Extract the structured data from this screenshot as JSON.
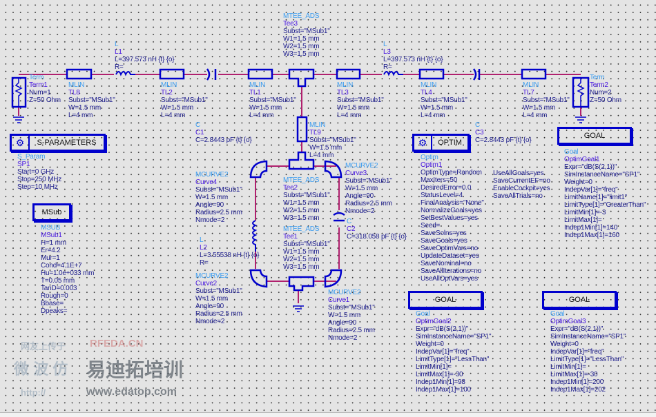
{
  "colors": {
    "wire": "#b0206e",
    "component": "#0000cc",
    "label_type": "#3a9cf0",
    "label_name": "#4a1ae0",
    "label_param": "#1c1c8c"
  },
  "controllers": {
    "sparam_box": "S-PARAMETERS",
    "optim_box": "OPTIM",
    "msub_box": "MSub",
    "goal1_box": "GOAL",
    "goal2_box": "GOAL",
    "goal3_box": "GOAL"
  },
  "labels": {
    "term1": [
      "Term",
      "Term1",
      "Num=1",
      "Z=50 Ohm"
    ],
    "term2": [
      "Term",
      "Term2",
      "Num=2",
      "Z=50 Ohm"
    ],
    "l1": [
      "L",
      "L1",
      "L=397.573 nH {t} {o}",
      "R="
    ],
    "l3": [
      "L",
      "L3",
      "L=397.573 nH {t} {o}",
      "R="
    ],
    "tee3": [
      "MTEE_ADS",
      "Tee3",
      "Subst=\"MSub1\"",
      "W1=1.5 mm",
      "W2=1.5 mm",
      "W3=1.5 mm"
    ],
    "tl8": [
      "MLIN",
      "TL8",
      "Subst=\"MSub1\"",
      "W=1.5 mm",
      "L=4 mm"
    ],
    "tl2": [
      "MLIN",
      "TL2",
      "Subst=\"MSub1\"",
      "W=1.5 mm",
      "L=4 mm"
    ],
    "c1": [
      "C",
      "C1",
      "C=2.8443 pF {t} {o}"
    ],
    "tl1": [
      "MLIN",
      "TL1",
      "Subst=\"MSub1\"",
      "W=1.5 mm",
      "L=4 mm"
    ],
    "tl3": [
      "MLIN",
      "TL3",
      "Subst=\"MSub1\"",
      "W=1.5 mm",
      "L=4 mm"
    ],
    "tl4": [
      "MLIN",
      "TL4",
      "Subst=\"MSub1\"",
      "W=1.5 mm",
      "L=4 mm"
    ],
    "c3": [
      "C",
      "C3",
      "C=2.8443 pF {t} {o}"
    ],
    "tl7": [
      "MLIN",
      "TL7",
      "Subst=\"MSub1\"",
      "W=1.5 mm",
      "L=4 mm"
    ],
    "tl9": [
      "MLIN",
      "TL9",
      "Subst=\"MSub1\"",
      "W=1.5 mm",
      "L=4 mm"
    ],
    "sp1": [
      "S_Param",
      "SP1",
      "Start=0 GHz",
      "Stop=250 MHz",
      "Step=10 MHz"
    ],
    "msub1": [
      "MSUB",
      "MSub1",
      "H=1 mm",
      "Er=4.2",
      "Mur=1",
      "Cond=4.1E+7",
      "Hu=1.0e+033 mm",
      "T=0.05 mm",
      "TanD=0.003",
      "Rough=0",
      "Bbase=",
      "Dpeaks="
    ],
    "curve4": [
      "MCURVE2",
      "Curve4",
      "Subst=\"MSub1\"",
      "W=1.5 mm",
      "Angle=90",
      "Radius=2.5 mm",
      "Nmode=2"
    ],
    "curve3": [
      "MCURVE2",
      "Curve3",
      "Subst=\"MSub1\"",
      "W=1.5 mm",
      "Angle=90",
      "Radius=2.5 mm",
      "Nmode=2"
    ],
    "curve2": [
      "MCURVE2",
      "Curve2",
      "Subst=\"MSub1\"",
      "W=1.5 mm",
      "Angle=90",
      "Radius=2.5 mm",
      "Nmode=2"
    ],
    "curve1": [
      "MCURVE2",
      "Curve1",
      "Subst=\"MSub1\"",
      "W=1.5 mm",
      "Angle=90",
      "Radius=2.5 mm",
      "Nmode=2"
    ],
    "tee2": [
      "MTEE_ADS",
      "Tee2",
      "Subst=\"MSub1\"",
      "W1=1.5 mm",
      "W2=1.5 mm",
      "W3=1.5 mm"
    ],
    "tee1": [
      "MTEE_ADS",
      "Tee1",
      "Subst=\"MSub1\"",
      "W1=1.5 mm",
      "W2=1.5 mm",
      "W3=1.5 mm"
    ],
    "c2": [
      "C",
      "C2",
      "C=318.058 pF {t} {o}"
    ],
    "l2": [
      "L",
      "L2",
      "L=3.55538 nH {t} {o}",
      "R="
    ],
    "optim1": [
      "Optim",
      "Optim1",
      "OptimType=Random",
      "MaxIters=50",
      "DesiredError=0.0",
      "StatusLevel=4",
      "FinalAnalysis=\"None\"",
      "NormalizeGoals=yes",
      "SetBestValues=yes",
      "Seed=",
      "SaveSolns=yes",
      "SaveGoals=yes",
      "SaveOptimVars=no",
      "UpdateDataset=yes",
      "SaveNominal=no",
      "SaveAllIterations=no",
      "UseAllOptVars=yes"
    ],
    "optim1_col2": [
      "UseAllGoals=yes",
      "SaveCurrentEF=no",
      "EnableCockpit=yes",
      "SaveAllTrials=no"
    ],
    "goal1": [
      "Goal",
      "OptimGoal1",
      "Expr=\"dB(S(2,1))\"",
      "SimInstanceName=\"SP1\"",
      "Weight=0",
      "IndepVar[1]=\"freq\"",
      "LimitName[1]=\"limit1\"",
      "LimitType[1]=\"GreaterThan\"",
      "LimitMin[1]=-3",
      "LimitMax[1]=",
      "Indep1Min[1]=140",
      "Indep1Max[1]=160"
    ],
    "goal2": [
      "Goal",
      "OptimGoal2",
      "Expr=\"dB(S(2,1))\"",
      "SimInstanceName=\"SP1\"",
      "Weight=0",
      "IndepVar[1]=\"freq\"",
      "LimitType[1]=\"LessThan\"",
      "LimitMin[1]=",
      "LimitMax[1]=-30",
      "Indep1Min[1]=98",
      "Indep1Max[1]=100"
    ],
    "goal3": [
      "Goal",
      "OptimGoal3",
      "Expr=\"dB(S(2,1))\"",
      "SimInstanceName=\"SP1\"",
      "Weight=0",
      "IndepVar[1]=\"freq\"",
      "LimitType[1]=\"LessThan\"",
      "LimitMin[1]=",
      "LimitMax[1]=-30",
      "Indep1Min[1]=200",
      "Indep1Max[1]=202"
    ]
  },
  "watermark": {
    "a": "网友上传于",
    "b": "RFEDA.CN",
    "c": "微 波 仿",
    "d": "易迪拓培训",
    "e": "www.edatop.com",
    "f": "http://"
  }
}
